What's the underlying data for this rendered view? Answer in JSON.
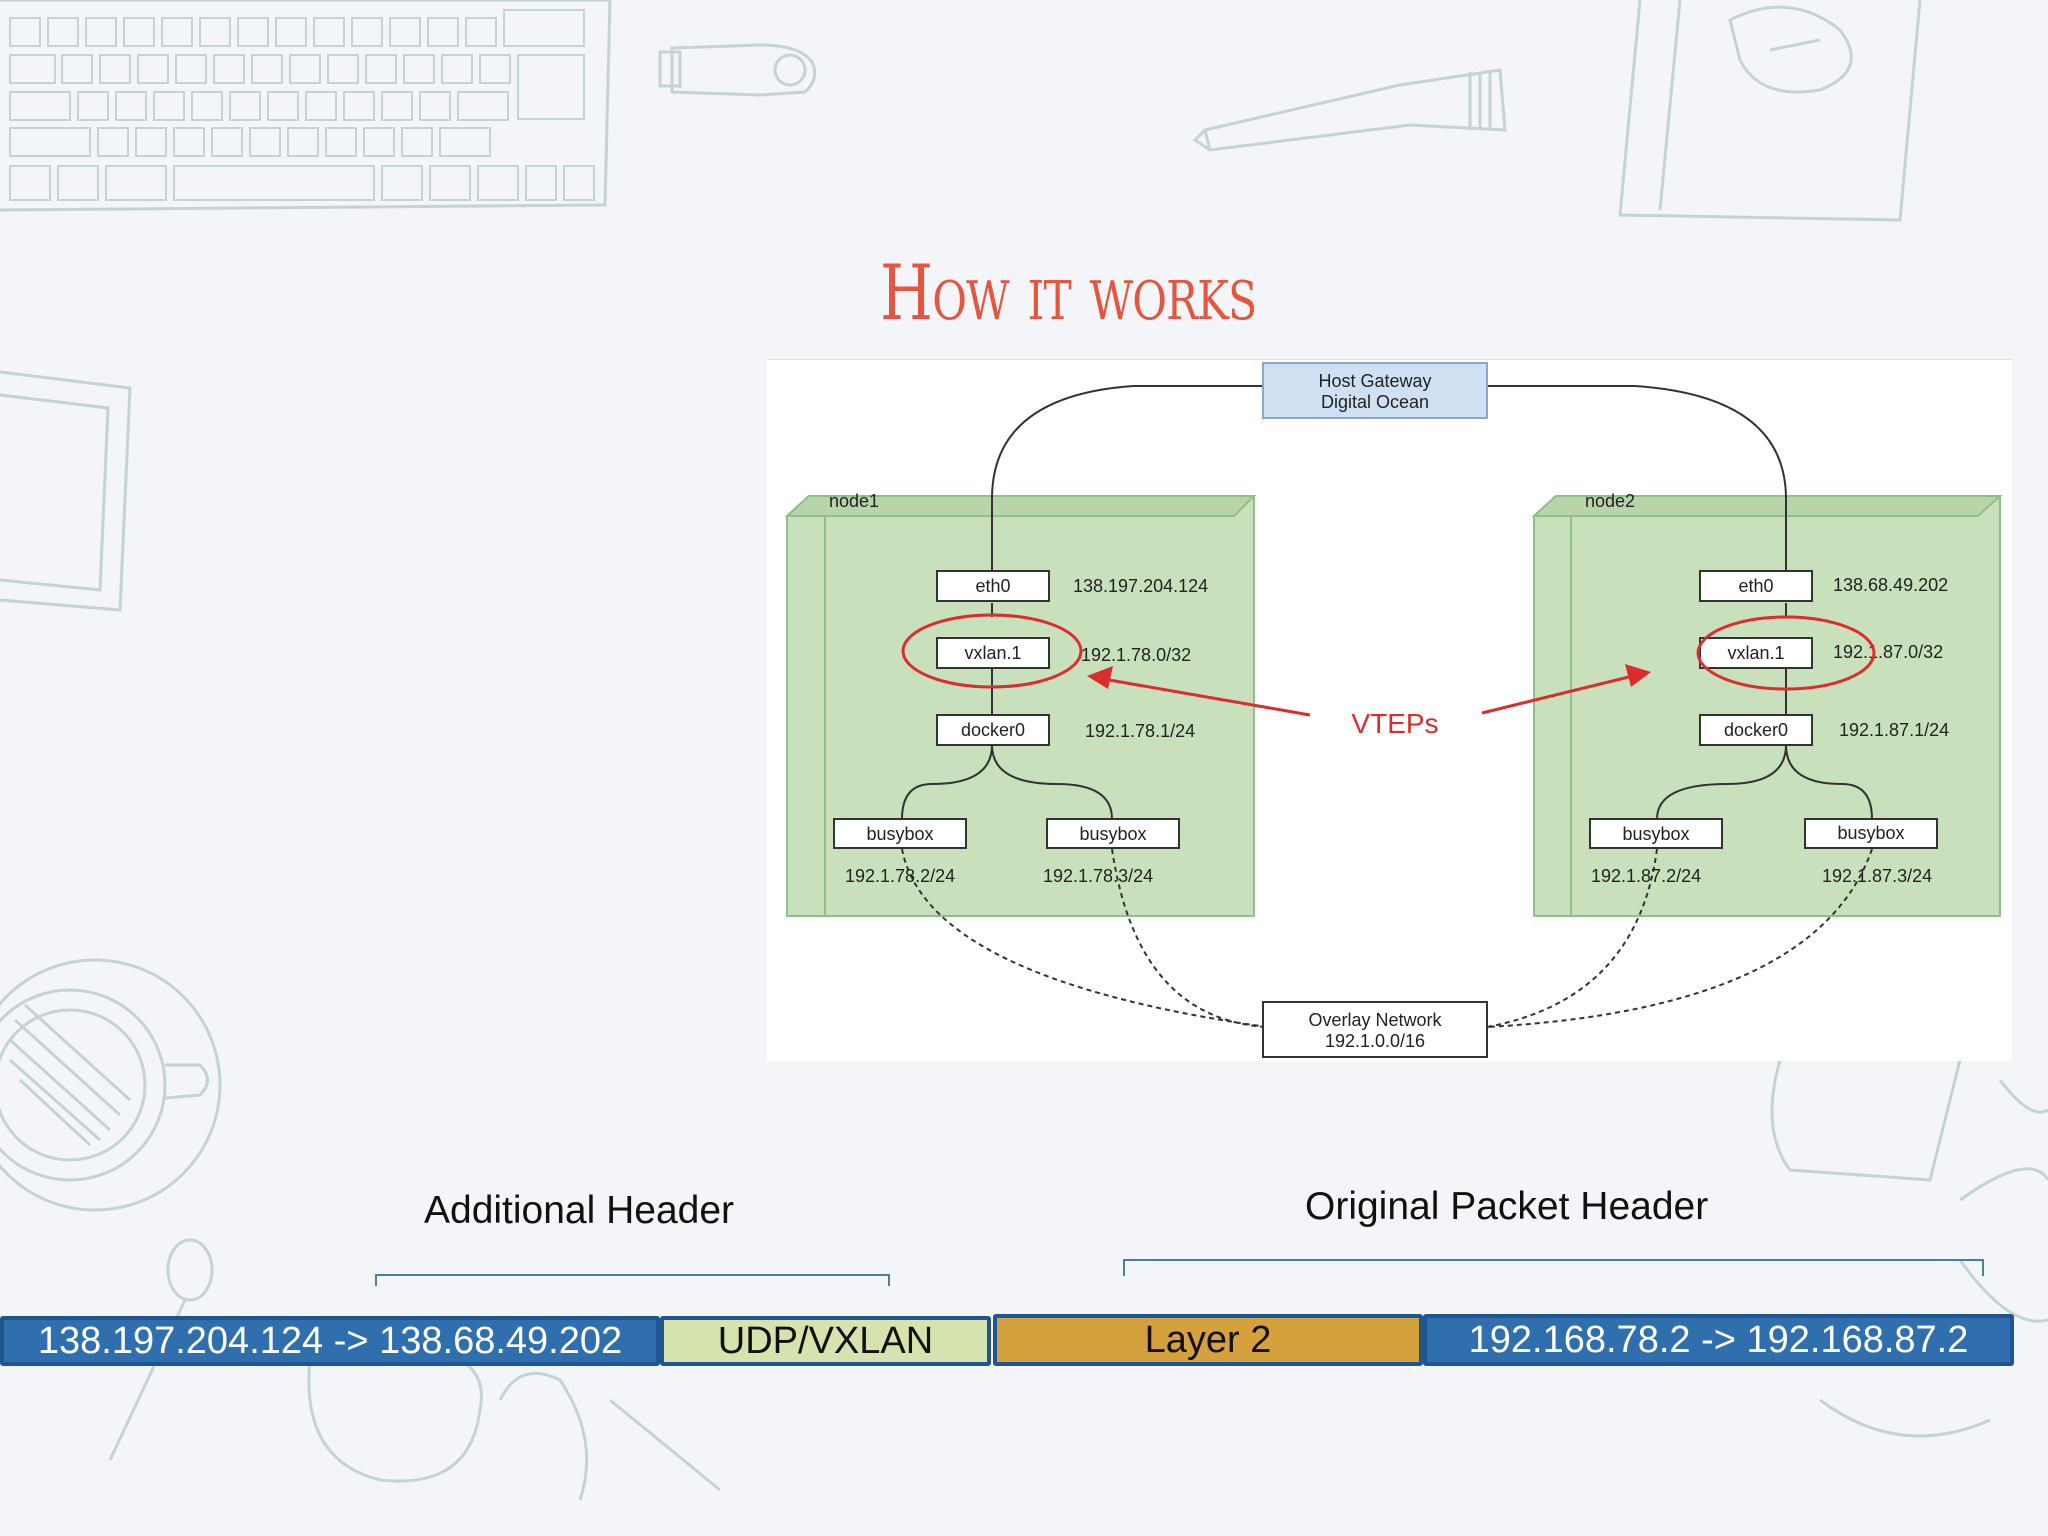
{
  "slide": {
    "title": "How it works"
  },
  "diagram": {
    "gateway": {
      "line1": "Host Gateway",
      "line2": "Digital Ocean"
    },
    "overlay": {
      "line1": "Overlay Network",
      "line2": "192.1.0.0/16"
    },
    "vteps_label": "VTEPs",
    "node1": {
      "name": "node1",
      "eth0": "eth0",
      "eth0_ip": "138.197.204.124",
      "vxlan": "vxlan.1",
      "vxlan_ip": "192.1.78.0/32",
      "docker": "docker0",
      "docker_ip": "192.1.78.1/24",
      "c1": "busybox",
      "c1_ip": "192.1.78.2/24",
      "c2": "busybox",
      "c2_ip": "192.1.78.3/24"
    },
    "node2": {
      "name": "node2",
      "eth0": "eth0",
      "eth0_ip": "138.68.49.202",
      "vxlan": "vxlan.1",
      "vxlan_ip": "192.1.87.0/32",
      "docker": "docker0",
      "docker_ip": "192.1.87.1/24",
      "c1": "busybox",
      "c1_ip": "192.1.87.2/24",
      "c2": "busybox",
      "c2_ip": "192.1.87.3/24"
    }
  },
  "headers": {
    "additional": "Additional Header",
    "original": "Original Packet Header"
  },
  "packet": {
    "outer_ips": "138.197.204.124 -> 138.68.49.202",
    "udp": "UDP/VXLAN",
    "layer2": "Layer 2",
    "inner_ips": "192.168.78.2 -> 192.168.87.2"
  }
}
